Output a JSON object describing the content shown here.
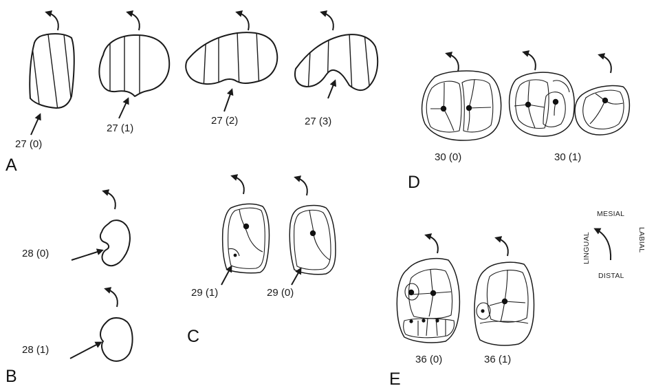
{
  "panels": {
    "A": {
      "letter": "A",
      "labels": [
        "27 (0)",
        "27 (1)",
        "27 (2)",
        "27 (3)"
      ]
    },
    "B": {
      "letter": "B",
      "labels": [
        "28 (0)",
        "28 (1)"
      ]
    },
    "C": {
      "letter": "C",
      "labels": [
        "29 (1)",
        "29 (0)"
      ]
    },
    "D": {
      "letter": "D",
      "labels": [
        "30 (0)",
        "30 (1)"
      ]
    },
    "E": {
      "letter": "E",
      "labels": [
        "36 (0)",
        "36 (1)"
      ]
    }
  },
  "orientation": {
    "top": "MESIAL",
    "bottom": "DISTAL",
    "left": "LINGUAL",
    "right": "LABIAL"
  }
}
